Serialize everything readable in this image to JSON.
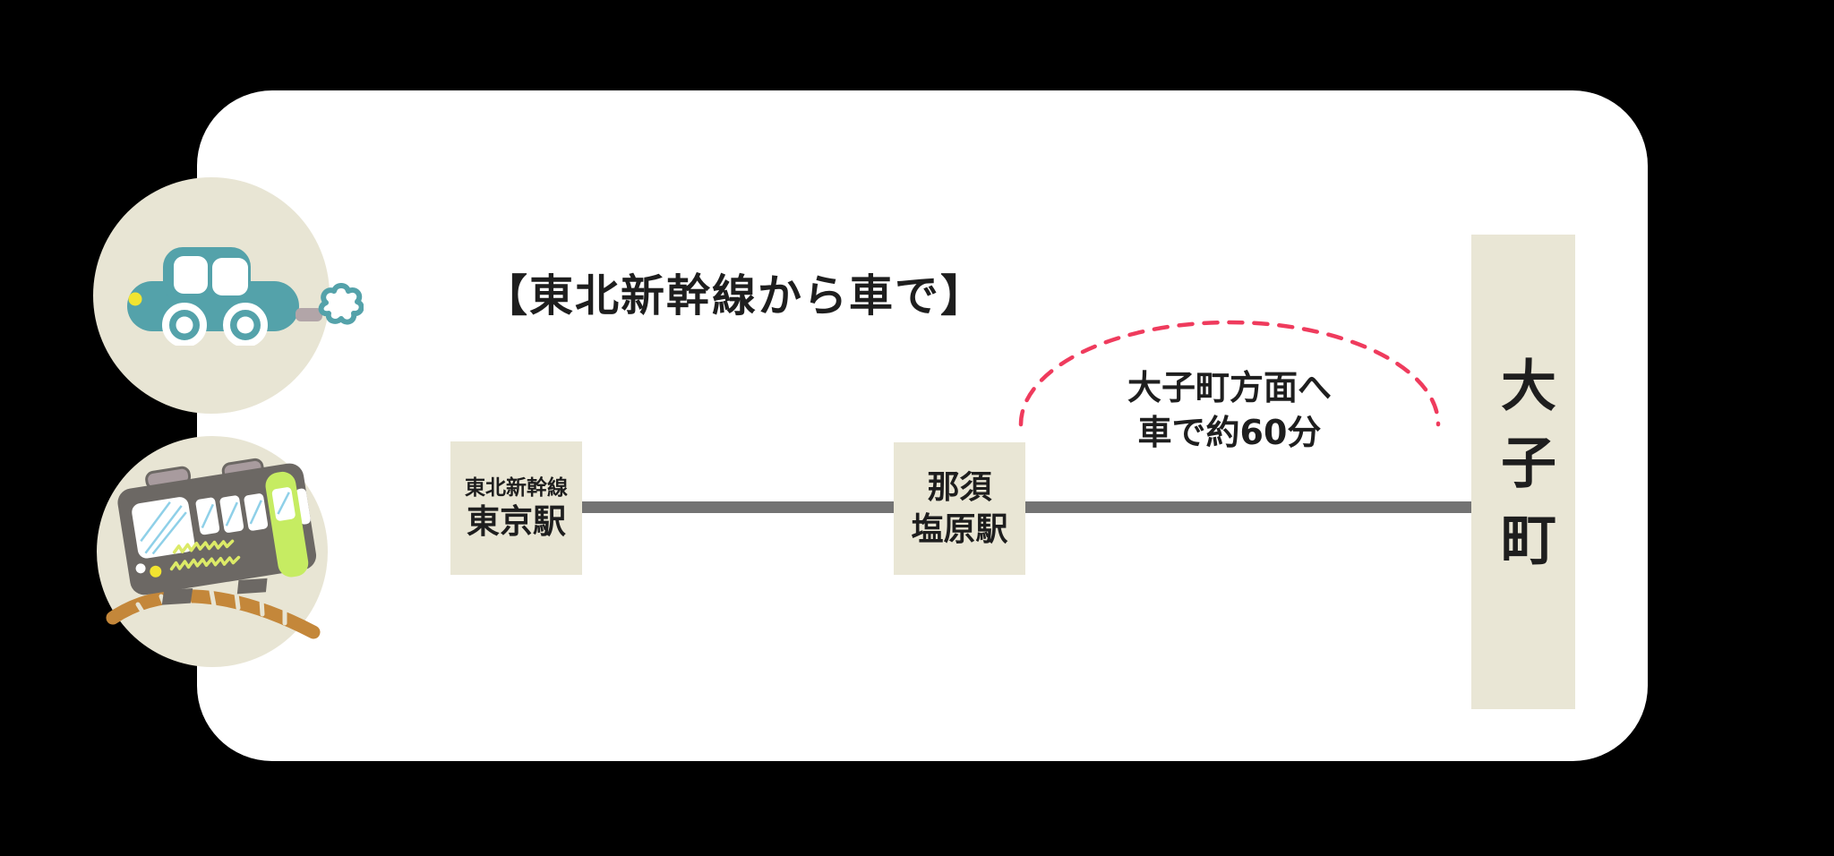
{
  "scene": {
    "background": "#000000",
    "card_background": "#ffffff"
  },
  "title": {
    "text": "【東北新幹線から車で】"
  },
  "icons": {
    "car": "car-icon",
    "train": "train-icon"
  },
  "route": {
    "line_color": "#737373",
    "origin": {
      "line_label": "東北新幹線",
      "station_name": "東京駅"
    },
    "via": {
      "station_name_line1": "那須",
      "station_name_line2": "塩原駅"
    },
    "destination": {
      "name": "大子町"
    },
    "car_annotation": {
      "line1": "大子町方面へ",
      "line2": "車で約60分",
      "arc_color": "#ef3b5d"
    }
  },
  "palette": {
    "box_beige": "#e9e6d5",
    "circle_beige": "#e8e5d4",
    "text": "#1e1e1e",
    "car_teal": "#54a2aa",
    "car_headlight_yellow": "#f2e430",
    "train_gray": "#6c6864",
    "train_door_green": "#c6ec62",
    "track_orange": "#c4873a",
    "annotation_pink": "#ef3b5d"
  }
}
